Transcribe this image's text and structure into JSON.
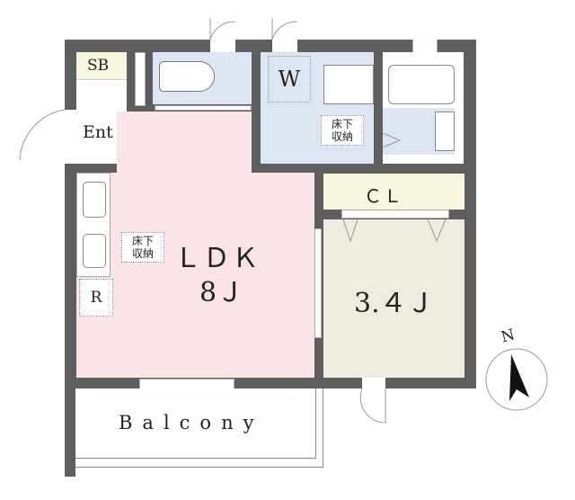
{
  "rooms": {
    "sb": "SB",
    "entrance": "Ent",
    "washroom": "W",
    "underfloor_storage_1": "床下\n収納",
    "underfloor_storage_2": "床下\n収納",
    "refrigerator": "R",
    "ldk_name": "ＬＤＫ",
    "ldk_size": "8Ｊ",
    "closet": "ＣＬ",
    "bedroom_size": "3.４Ｊ",
    "balcony": "Balcony"
  },
  "compass": {
    "north_label": "N"
  },
  "colors": {
    "wall": "#5e5e5e",
    "ldk": "#f9e3e5",
    "wet_area": "#dde5f3",
    "storage": "#f8f6dd",
    "bedroom": "#eeebdf"
  }
}
